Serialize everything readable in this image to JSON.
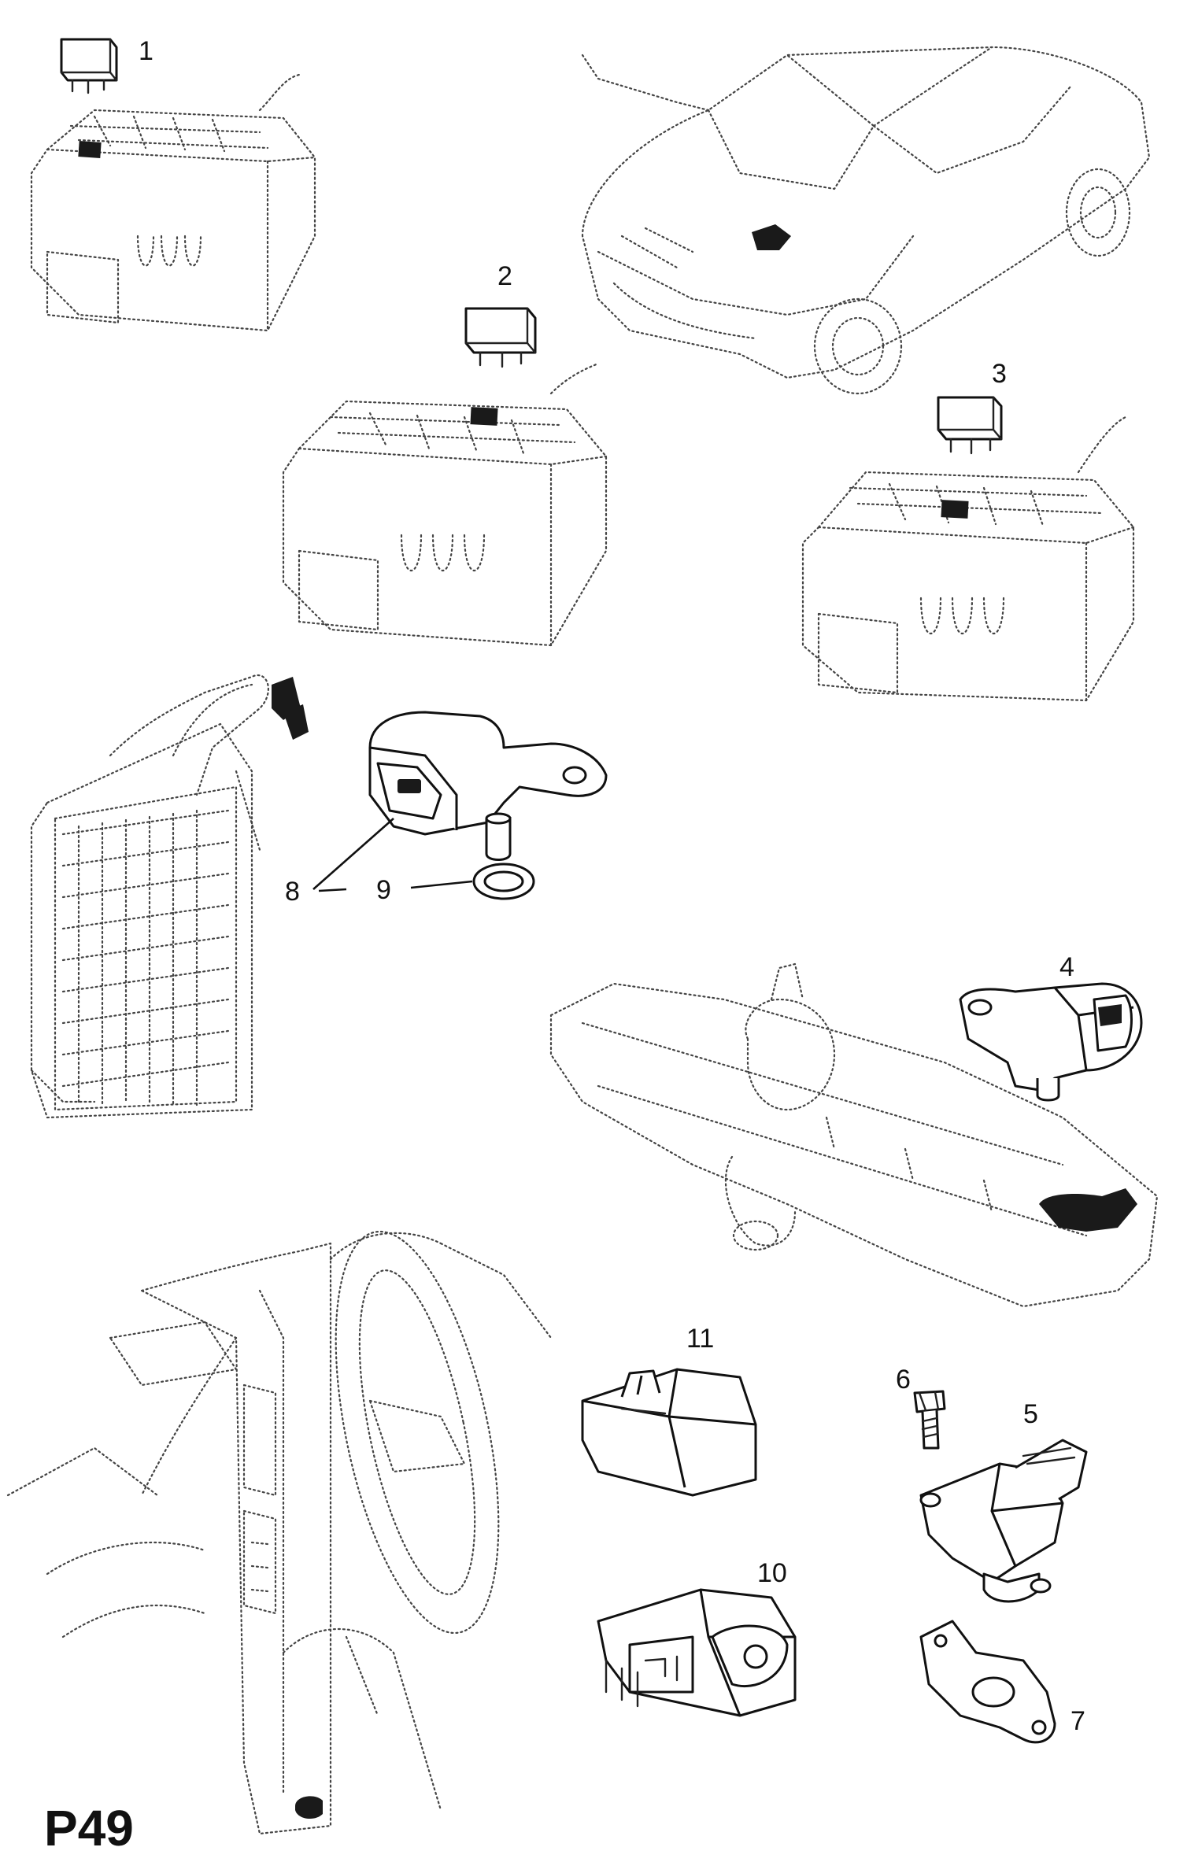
{
  "page_code": "P49",
  "callouts": {
    "c1": "1",
    "c2": "2",
    "c3": "3",
    "c4": "4",
    "c5": "5",
    "c6": "6",
    "c7": "7",
    "c8": "8",
    "c9": "9",
    "c10": "10",
    "c11": "11"
  },
  "colors": {
    "ink": "#111111",
    "background": "#ffffff"
  }
}
